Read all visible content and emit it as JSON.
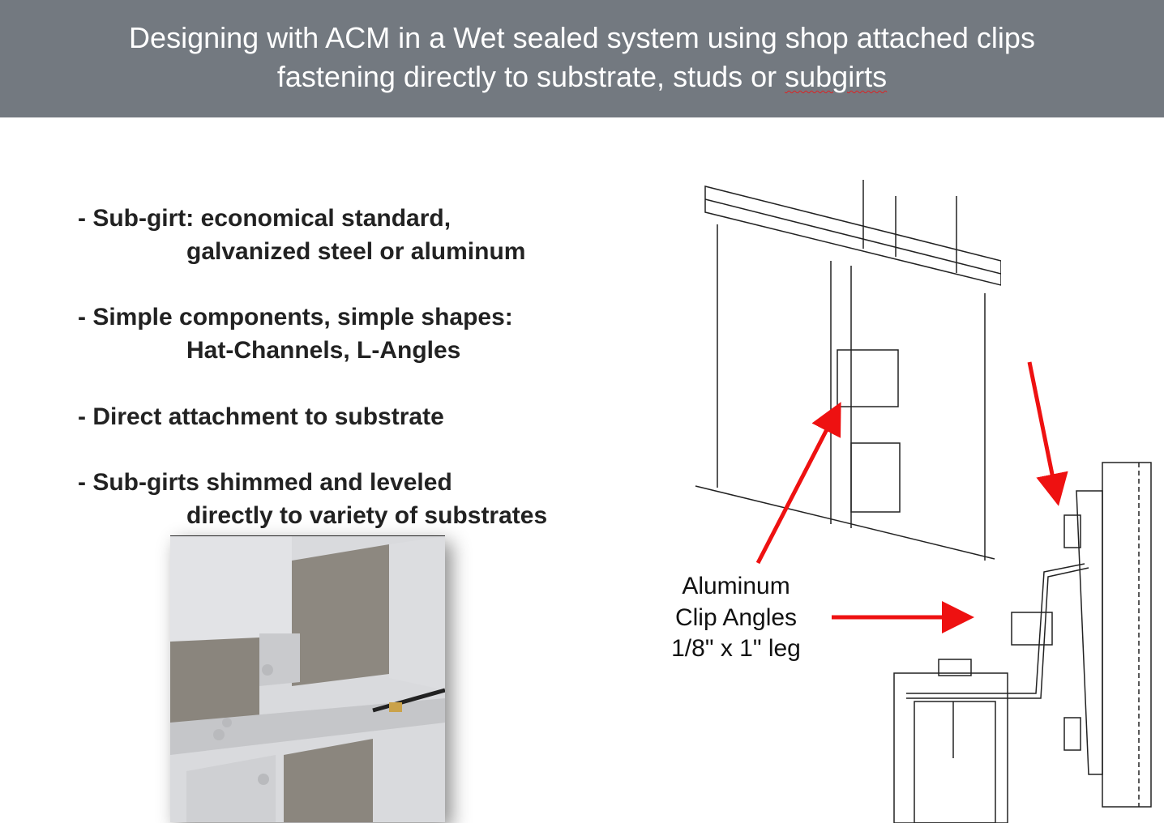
{
  "header": {
    "title_line1": "Designing with ACM in a Wet sealed system using shop attached clips",
    "title_line2_prefix": "fastening  directly to substrate, studs or ",
    "title_line2_misspelled": "subgirts"
  },
  "bullets": [
    {
      "line1": "- Sub-girt: economical standard,",
      "line2": "galvanized steel or aluminum"
    },
    {
      "line1": "- Simple components, simple shapes:",
      "line2": "Hat-Channels, L-Angles"
    },
    {
      "line1": "- Direct attachment to substrate"
    },
    {
      "line1": "- Sub-girts shimmed and leveled",
      "line2": "directly to variety of substrates"
    }
  ],
  "callout": {
    "line1": "Aluminum",
    "line2": "Clip Angles",
    "line3": "1/8\" x 1\" leg"
  },
  "colors": {
    "header_bg": "#737980",
    "arrow": "#ee1111"
  }
}
